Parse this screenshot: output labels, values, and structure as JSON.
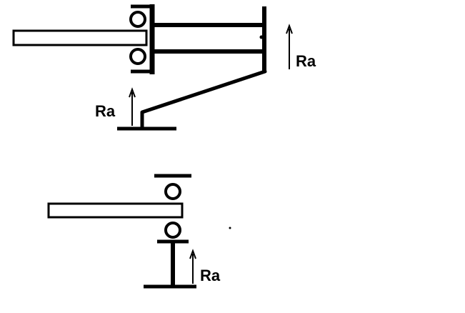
{
  "colors": {
    "ink": "#000000",
    "background": "#ffffff"
  },
  "labels": {
    "top_right_reaction": "Ra",
    "top_left_reaction": "Ra",
    "bottom_reaction": "Ra"
  }
}
